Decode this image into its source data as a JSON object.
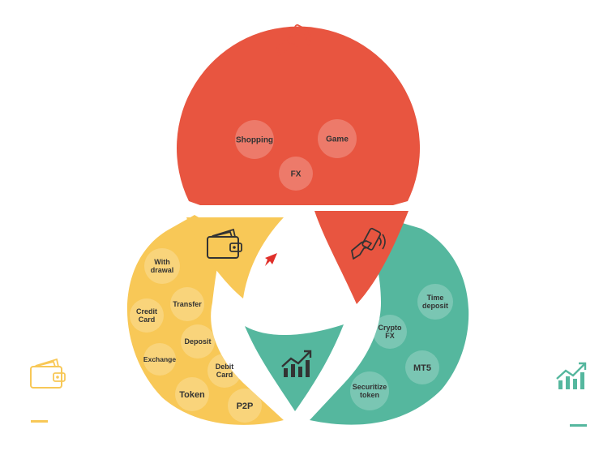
{
  "colors": {
    "red": "#E85540",
    "yellow": "#F8C857",
    "green": "#55B79E",
    "bubble": "#ffffff",
    "logo": "#E0302A"
  },
  "icons": {
    "top": "phone-in-hand-icon",
    "left": "wallet-icon",
    "right": "chart-up-icon",
    "center_left": "wallet-icon",
    "center_right": "phone-in-hand-icon",
    "center_bottom": "chart-up-icon"
  },
  "red_section": {
    "items": [
      {
        "lines": [
          "Shopping"
        ]
      },
      {
        "lines": [
          "Game"
        ]
      },
      {
        "lines": [
          "FX"
        ]
      }
    ]
  },
  "yellow_section": {
    "items": [
      {
        "lines": [
          "With",
          "drawal"
        ]
      },
      {
        "lines": [
          "Transfer"
        ]
      },
      {
        "lines": [
          "Credit",
          "Card"
        ]
      },
      {
        "lines": [
          "Deposit"
        ]
      },
      {
        "lines": [
          "Exchange"
        ]
      },
      {
        "lines": [
          "Debit",
          "Card"
        ]
      },
      {
        "lines": [
          "Token"
        ]
      },
      {
        "lines": [
          "P2P"
        ]
      }
    ]
  },
  "green_section": {
    "items": [
      {
        "lines": [
          "Time",
          "deposit"
        ]
      },
      {
        "lines": [
          "Crypto",
          "FX"
        ]
      },
      {
        "lines": [
          "MT5"
        ]
      },
      {
        "lines": [
          "Securitize",
          "token"
        ]
      }
    ]
  }
}
